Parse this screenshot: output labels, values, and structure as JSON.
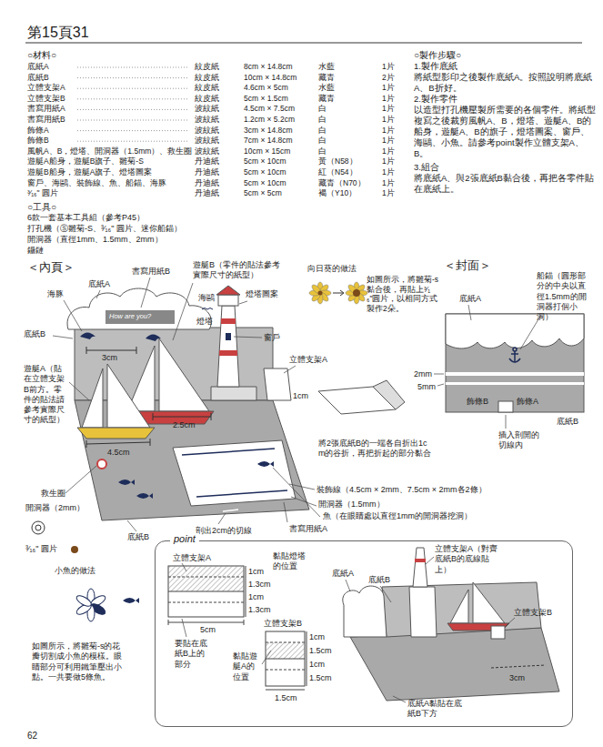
{
  "diagram": {
    "title": "第15頁31",
    "nodes": [
      {
        "text": [
          "point"
        ]
      }
    ],
    "labels": [
      "○材料○",
      "底紙A",
      "紋皮紙",
      "8cm × 14.8cm",
      "水藍",
      "1片",
      "底紙B",
      "紋皮紙",
      "10cm × 14.8cm",
      "藏青",
      "2片",
      "立體支架A",
      "紋皮紙",
      "4.6cm × 5cm",
      "水藍",
      "1片",
      "立體支架B",
      "紋皮紙",
      "5cm × 1.5cm",
      "藏青",
      "1片",
      "書寫用紙A",
      "波紋紙",
      "4.5cm × 7.5cm",
      "白",
      "1片",
      "書寫用紙B",
      "波紋紙",
      "1.2cm × 5.2cm",
      "白",
      "1片",
      "飾條A",
      "波紋紙",
      "3cm × 14.8cm",
      "白",
      "1片",
      "飾條B",
      "波紋紙",
      "7cm × 14.8cm",
      "白",
      "1片",
      "風帆A、B，燈塔、開洞器（1.5mm）、救生圈",
      "波紋紙",
      "10cm × 15cm",
      "白",
      "1片",
      "遊艇A船身，遊艇B旗子、雛菊-S",
      "丹迪紙",
      "5cm × 10cm",
      "黃（N58）",
      "1片",
      "遊艇B船身，遊艇A旗子、燈塔圖案",
      "丹迪紙",
      "5cm × 10cm",
      "紅（N54）",
      "1片",
      "窗戶、海鷗、裝飾線、魚、船錨、海豚",
      "丹迪紙",
      "5cm × 10cm",
      "藏青（N70）",
      "1片",
      "³⁄₁₆\" 圓片",
      "丹迪紙",
      "5cm × 5cm",
      "褐（Y10）",
      "1片",
      "○工具○",
      "6款一套基本工具組（參考P45）",
      "打孔機（Ⓢ雛菊-S、³⁄₁₆\" 圓片、迷你船錨）",
      "開洞器（直徑1mm、1.5mm、2mm）",
      "鑷鏈",
      "○製作步驟○",
      "1.製作底紙",
      "將紙型影印之後製作底紙A。按照說明將底紙A、B折好。",
      "2.製作零件",
      "以造型打孔機壓製所需要的各個零件。將紙型複寫之後裁剪風帆A、B，燈塔、遊艇A、B的船身，遊艇A、B的旗子，燈塔圖案、窗戶、海鷗、小魚。請參考point製作立體支架A、B。",
      "3.組合",
      "將底紙A、與2張底紙B黏合後，再把各零件貼在底紙上。",
      "＜內頁＞",
      "書寫用紙B",
      "底紙A",
      "海豚",
      "How are you?",
      "3cm",
      "底紙B",
      "遊艇A（貼在立體支架B前方。零件的貼法請參考實際尺寸的紙型）",
      "遊艇B（零件的貼法參考實際尺寸的紙型）",
      "海鷗",
      "燈塔圖案",
      "燈塔",
      "窗戶",
      "向日葵的做法",
      "如圖所示，將雛菊-s黏合後，再貼上³⁄₁₆\"圓片，以相同方式製作2朵。",
      "立體支架A",
      "1cm",
      "將2張底紙B的一端各自折出1cm的谷折，再把折起的部分黏合",
      "2.5cm",
      "4.5cm",
      "救生圈",
      "開洞器（2mm）",
      "³⁄₁₆\" 圓片",
      "底紙B",
      "剖出2cm的切線",
      "書寫用紙A",
      "裝飾線（4.5cm × 2mm、7.5cm × 2mm各2條）",
      "開洞器（1.5mm）",
      "魚（在眼睛處以直徑1mm的開洞器挖洞）",
      "小魚的做法",
      "如圖所示，將雛菊-s的花瓣切割成小魚的模樣。眼睛部分可利用鐵筆壓出小點。一共要做5條魚。",
      "＜封面＞",
      "船錨（圓形部分的中央以直徑1.5mm的開洞器打個小洞）",
      "底紙A",
      "2mm",
      "5mm",
      "飾條B",
      "飾條A",
      "底紙B",
      "插入剖開的切線內",
      "立體支架A",
      "黏貼燈塔的位置",
      "1cm",
      "1.3cm",
      "1cm",
      "1.3cm",
      "5cm",
      "要貼在底紙B上的部分",
      "立體支架B",
      "1cm",
      "1.5cm",
      "1cm",
      "1.5cm",
      "黏貼遊艇A的位置",
      "1.5cm",
      "底紙A",
      "底紙B",
      "立體支架A（對齊底紙B的底線貼上）",
      "立體支架B",
      "3cm",
      "底紙A黏貼在底紙B下方",
      "62"
    ]
  }
}
